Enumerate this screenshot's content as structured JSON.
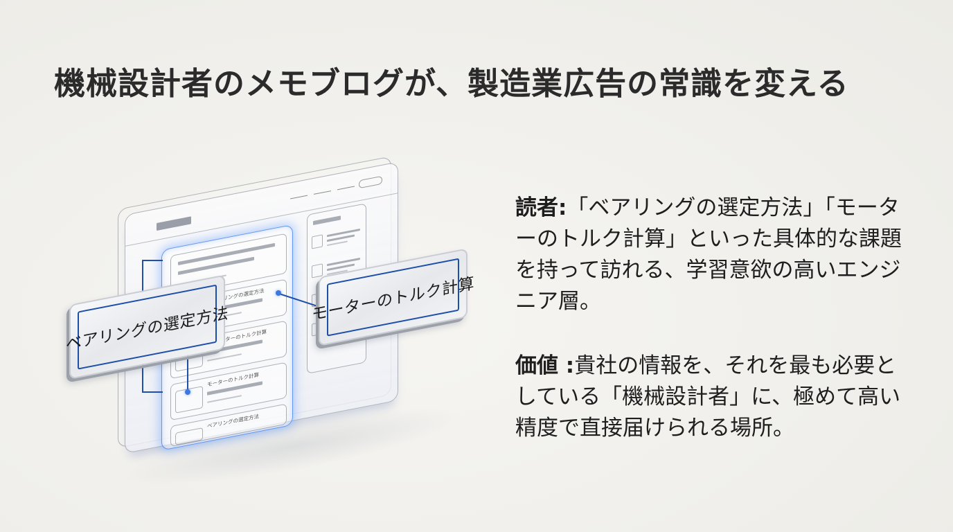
{
  "slide": {
    "title": "機械設計者のメモブログが、製造業広告の常識を変える",
    "reader": {
      "label": "読者:",
      "text": "「ベアリングの選定方法」「モーターのトルク計算」といった具体的な課題を持って訪れる、学習意欲の高いエンジニア層。"
    },
    "value": {
      "label": "価値 :",
      "text": "貴社の情報を、それを最も必要としている「機械設計者」に、極めて高い精度で直接届けられる場所。"
    }
  },
  "illustration": {
    "plates": [
      {
        "label": "ベアリングの選定方法"
      },
      {
        "label": "モーターのトルク計算"
      }
    ],
    "cards": [
      {
        "title": "・ベアリングの選定方法"
      },
      {
        "title": "ILSモーターのトルク計算"
      },
      {
        "title": "モーターのトルク計算"
      },
      {
        "title": "ベアリングの選定方法"
      }
    ],
    "colors": {
      "accent_blue": "#1d4ea8",
      "glow_blue": "#5a96ff",
      "background": "#f1f0ec",
      "text": "#1e1e1e"
    }
  }
}
